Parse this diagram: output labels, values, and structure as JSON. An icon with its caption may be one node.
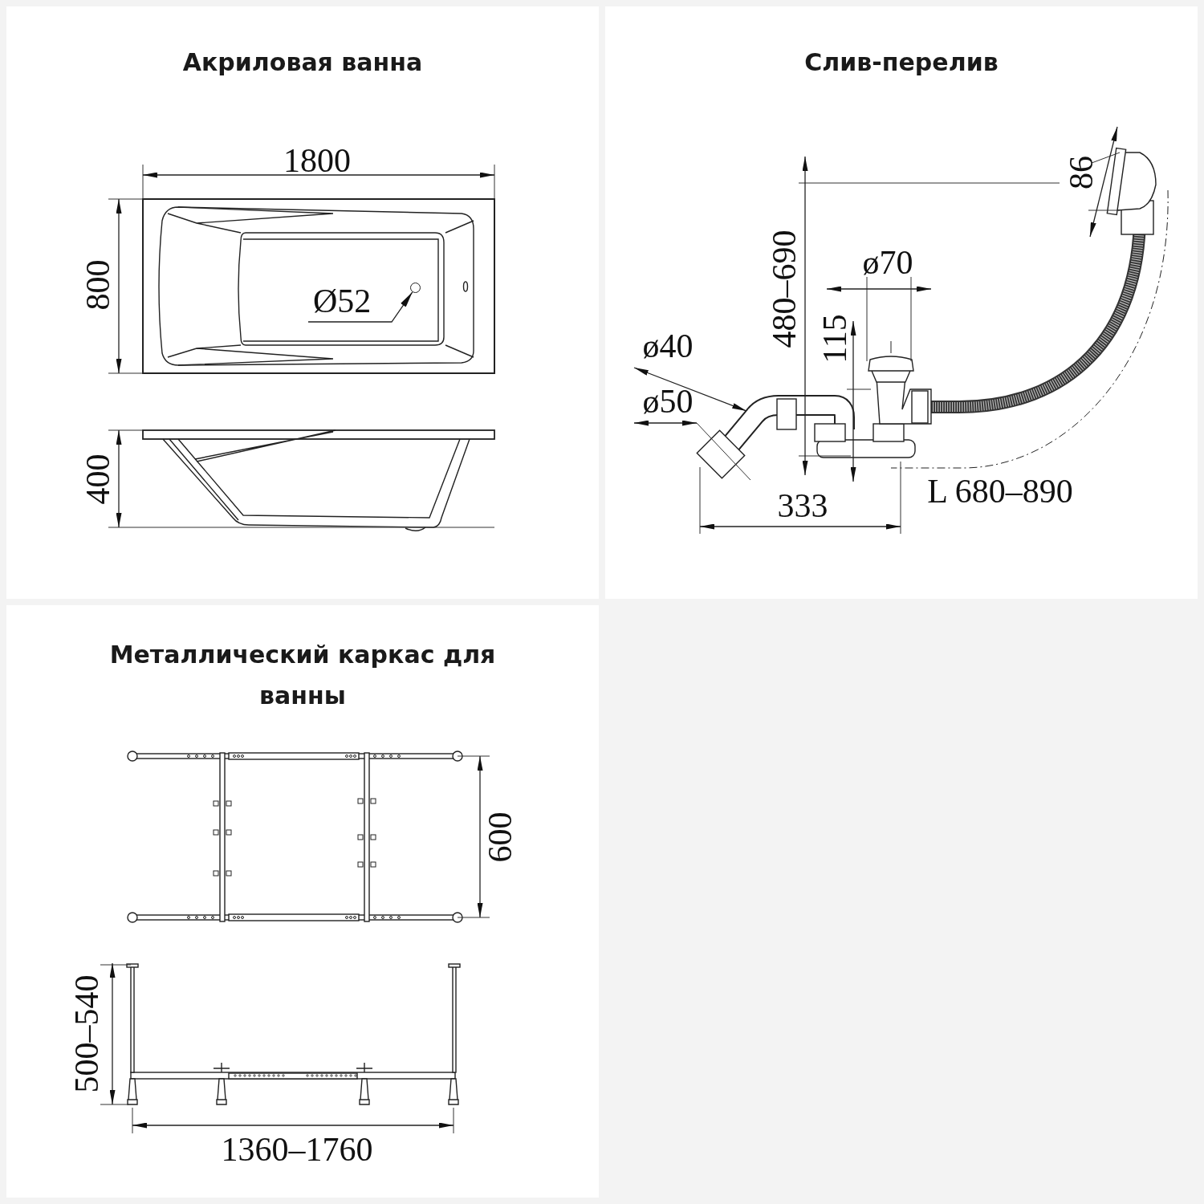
{
  "diagram": {
    "nodes": [
      {
        "text": [
          "Акриловая ванна"
        ]
      },
      {
        "text": [
          "Слив-перелив"
        ]
      },
      {
        "text": [
          "Металлический каркас для ванны"
        ]
      },
      {
        "text": [
          "Ø52"
        ],
        "in": 0
      },
      {
        "text": [],
        "shape": "circle",
        "in": 0
      }
    ],
    "edges": [
      {
        "from": 3,
        "to": 4,
        "arrow": "to"
      }
    ],
    "labels": [
      "1800",
      "800",
      "400",
      "86",
      "480–690",
      "ø70",
      "115",
      "ø40",
      "ø50",
      "333",
      "L 680–890",
      "600",
      "500–540",
      "1360–1760"
    ]
  }
}
